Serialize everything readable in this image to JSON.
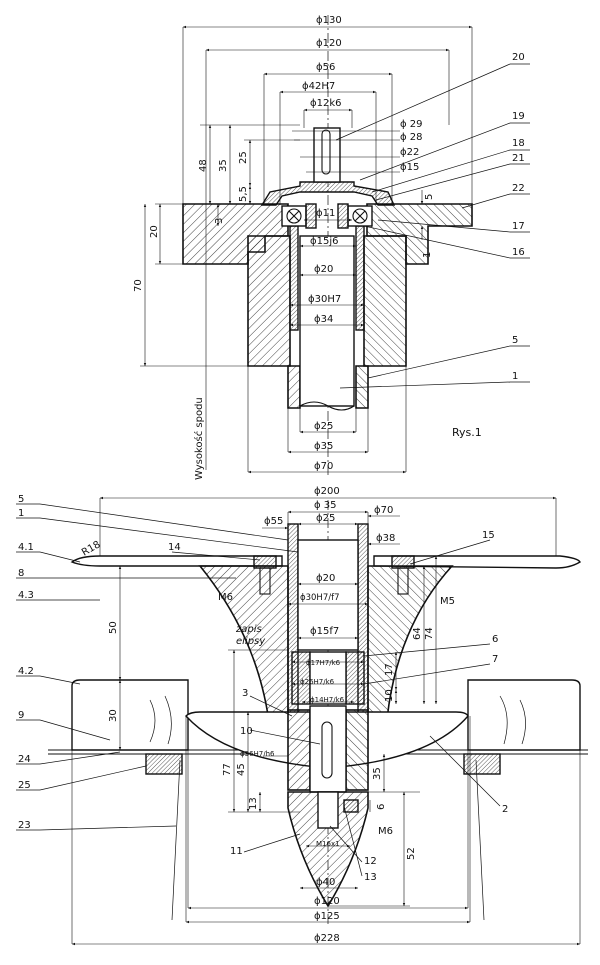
{
  "top_view": {
    "dims": {
      "d130": "ϕ130",
      "d120": "ϕ120",
      "d56": "ϕ56",
      "d42": "ϕ42H7",
      "d12k6": "ϕ12k6",
      "d29": "ϕ 29",
      "d28": "ϕ 28",
      "d22": "ϕ22",
      "d15": "ϕ15",
      "d11": "ϕ11",
      "d15j6": "ϕ15j6",
      "d20": "ϕ20",
      "d30": "ϕ30H7",
      "d34": "ϕ34",
      "d25": "ϕ25",
      "d35": "ϕ35",
      "d70": "ϕ70",
      "h48": "48",
      "h35": "35",
      "h25": "25",
      "h5_5": "5,5",
      "h3": "3",
      "h20": "20",
      "h70": "70",
      "h5": "5",
      "h1": "1"
    },
    "parts": {
      "p20": "20",
      "p19": "19",
      "p18": "18",
      "p21": "21",
      "p22": "22",
      "p17": "17",
      "p16": "16",
      "p5": "5",
      "p1": "1"
    },
    "caption": "Rys.1",
    "side_label": "Wysokość spodu"
  },
  "bottom_view": {
    "dims": {
      "d200": "ϕ200",
      "d35": "ϕ 35",
      "d25": "ϕ25",
      "d55": "ϕ55",
      "d70": "ϕ70",
      "d38": "ϕ38",
      "r18": "R18",
      "d20": "ϕ20",
      "d30": "ϕ30H7/f7",
      "d15f7": "ϕ15f7",
      "d17": "ϕ17H7/k6",
      "d26": "ϕ26H7/k6",
      "d14": "ϕ14H7/k6",
      "d36": "ϕ36H7/h6",
      "d40": "ϕ40",
      "d120": "ϕ120",
      "d125": "ϕ125",
      "d228": "ϕ228",
      "h50": "50",
      "h30": "30",
      "h64": "64",
      "h74": "74",
      "h17": "17",
      "h10": "10",
      "h77": "77",
      "h45": "45",
      "h35": "35",
      "h13": "13",
      "h6": "6",
      "h52": "52",
      "m6a": "M6",
      "m5": "M5",
      "m6b": "M6",
      "m16": "M16x1"
    },
    "parts": {
      "p5": "5",
      "p1": "1",
      "p4_1": "4.1",
      "p14": "14",
      "p15": "15",
      "p8": "8",
      "p4_3": "4.3",
      "p6": "6",
      "p7": "7",
      "p4_2": "4.2",
      "p3": "3",
      "p10": "10",
      "p9": "9",
      "p24": "24",
      "p25": "25",
      "p23": "23",
      "p11": "11",
      "p12": "12",
      "p13": "13",
      "p2": "2"
    },
    "note_line1": "zapis",
    "note_line2": "elipsy"
  }
}
